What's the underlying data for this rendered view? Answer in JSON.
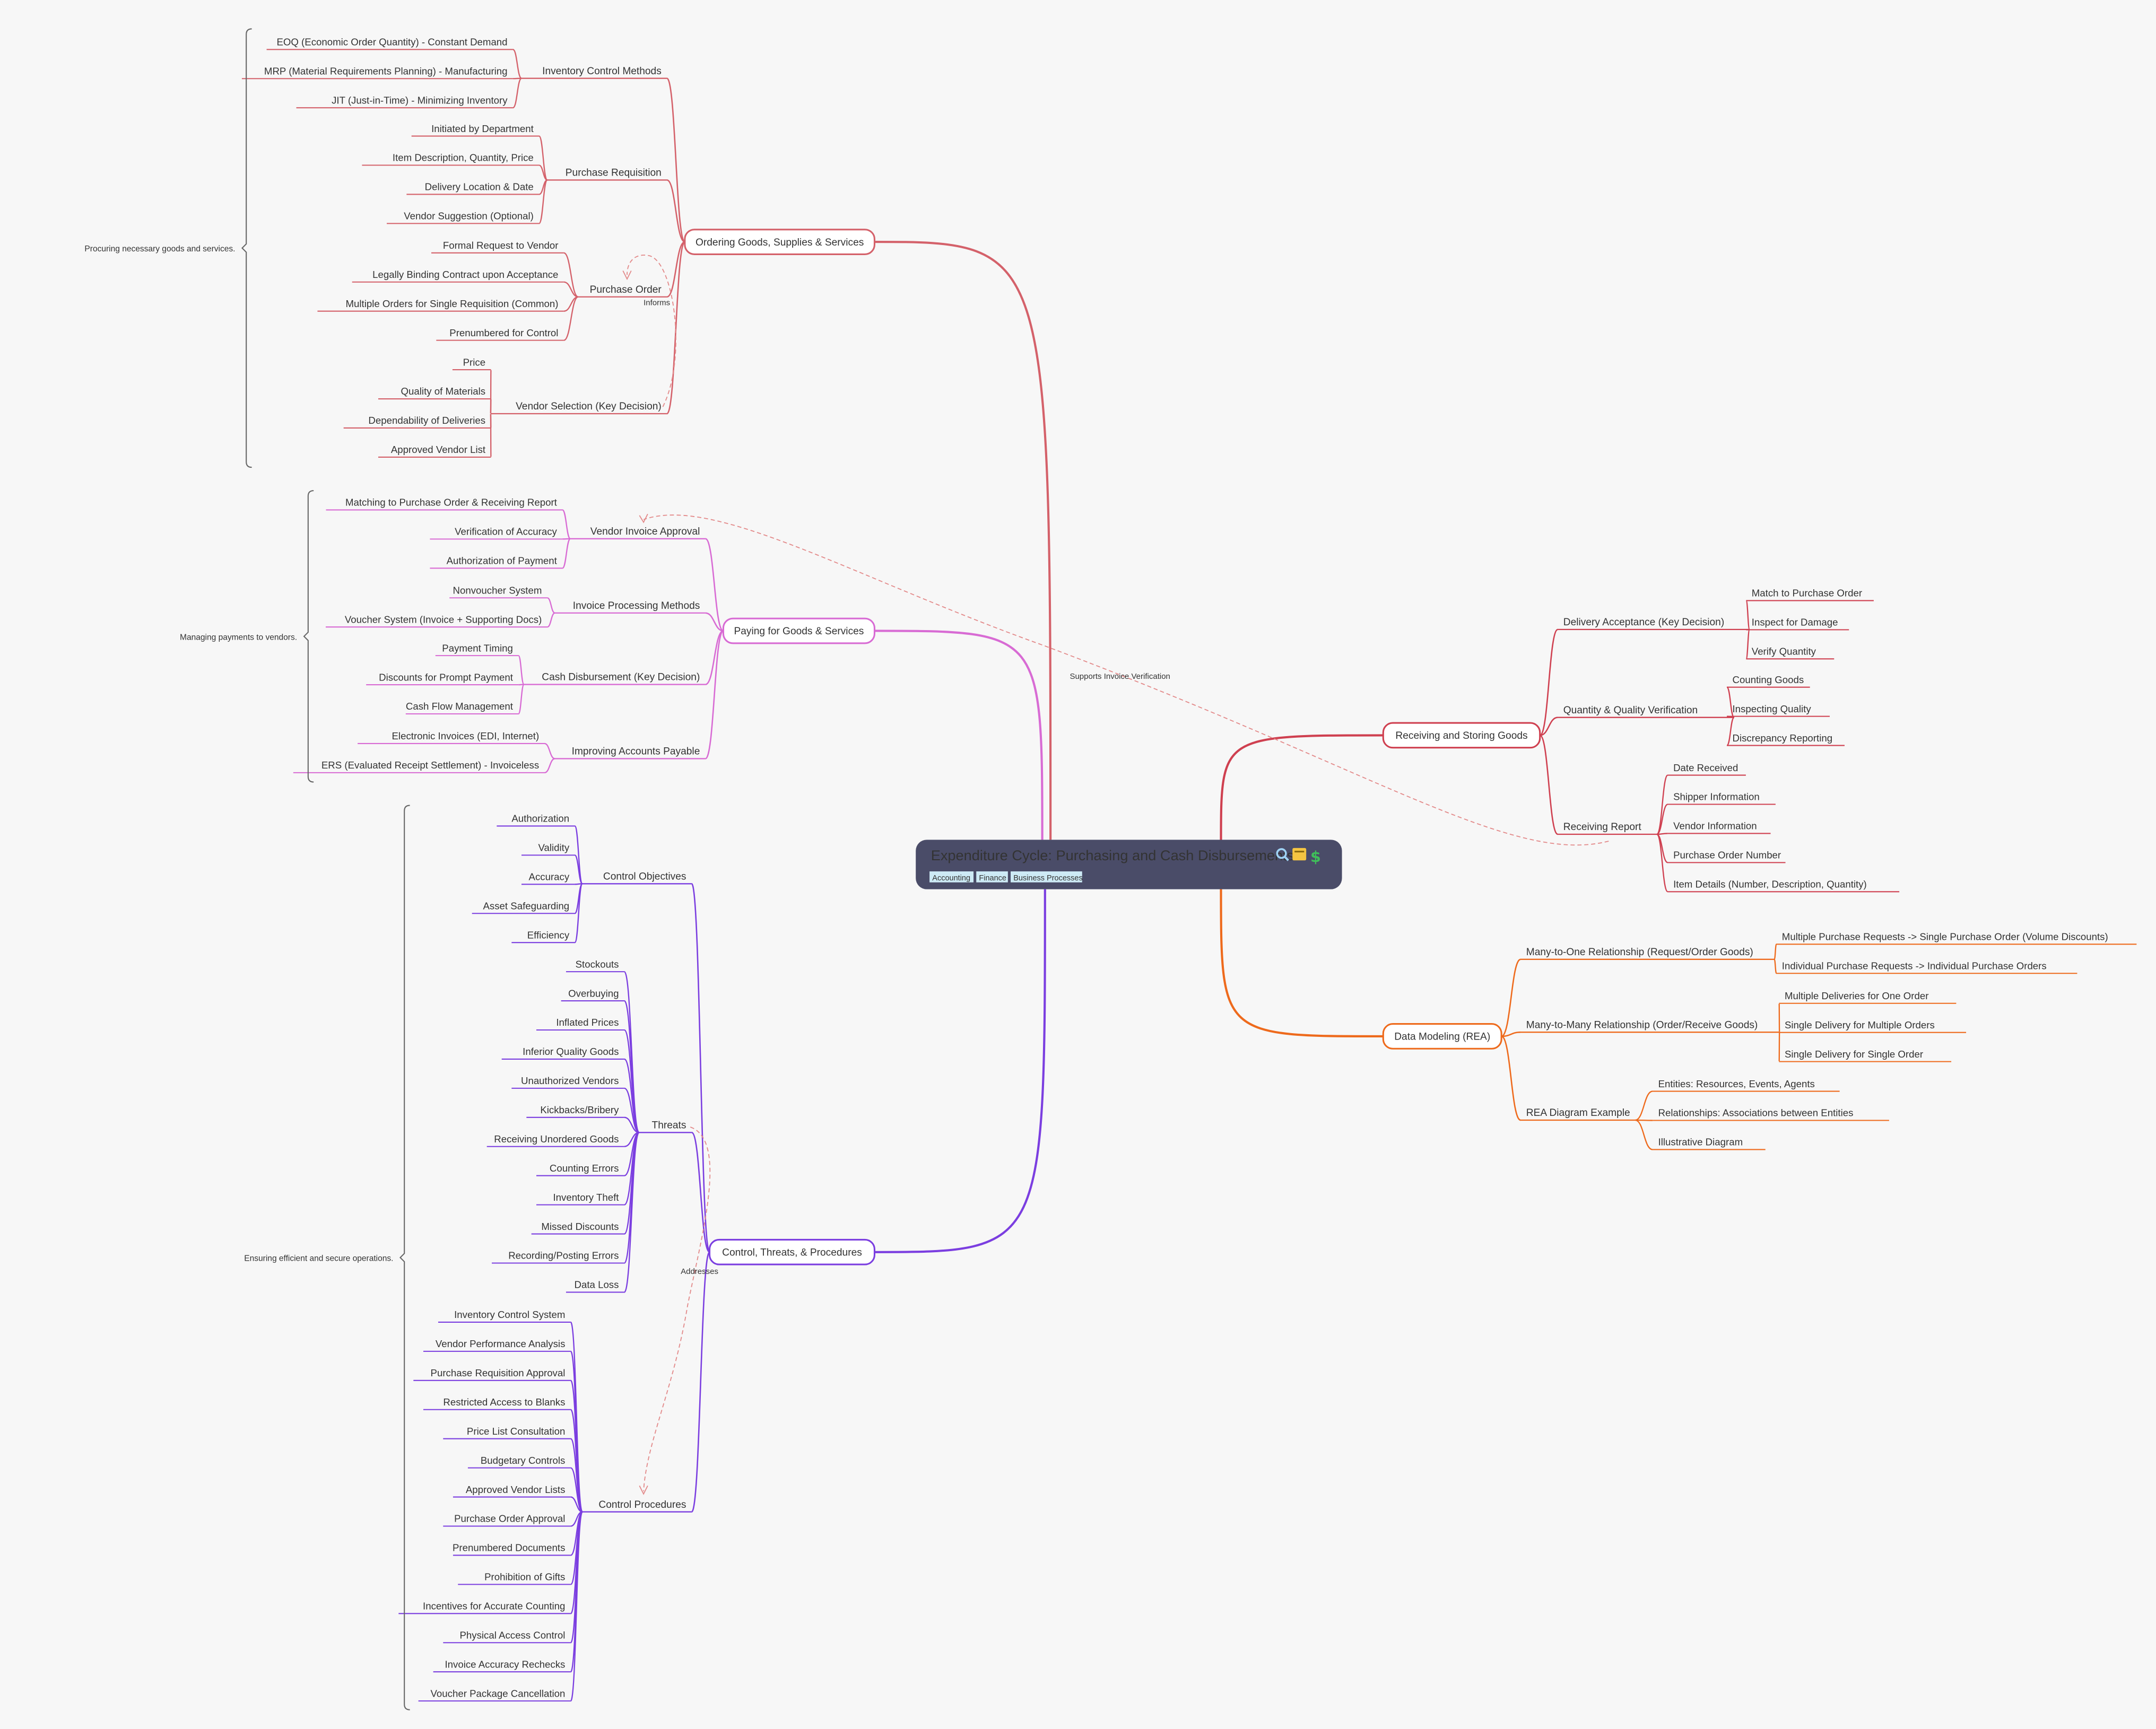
{
  "root": {
    "title": "Expenditure Cycle: Purchasing and Cash Disbursements",
    "icons": [
      "magnifier-icon",
      "card-index-icon",
      "dollar-icon"
    ],
    "tags": [
      "Accounting",
      "Finance",
      "Business Processes"
    ]
  },
  "colors": {
    "ordering": "#d4616a",
    "paying": "#d86bd4",
    "control": "#7b3ee0",
    "receiving": "#cf4050",
    "rea": "#ee6a1c",
    "root_bg": "#4a4c68",
    "tag_bg": "#cdeaf5"
  },
  "branches": {
    "ordering": {
      "label": "Ordering Goods, Supplies & Services",
      "summary": "Procuring necessary goods and services.",
      "groups": [
        {
          "label": "Inventory Control Methods",
          "items": [
            "EOQ (Economic Order Quantity) - Constant Demand",
            "MRP (Material Requirements Planning) - Manufacturing",
            "JIT (Just-in-Time) - Minimizing Inventory"
          ]
        },
        {
          "label": "Purchase Requisition",
          "items": [
            "Initiated by Department",
            "Item Description, Quantity, Price",
            "Delivery Location & Date",
            "Vendor Suggestion (Optional)"
          ]
        },
        {
          "label": "Purchase Order",
          "items": [
            "Formal Request to Vendor",
            "Legally Binding Contract upon Acceptance",
            "Multiple Orders for Single Requisition (Common)",
            "Prenumbered for Control"
          ]
        },
        {
          "label": "Vendor Selection (Key Decision)",
          "items": [
            "Price",
            "Quality of Materials",
            "Dependability of Deliveries",
            "Approved Vendor List"
          ]
        }
      ]
    },
    "paying": {
      "label": "Paying for Goods & Services",
      "summary": "Managing payments to vendors.",
      "groups": [
        {
          "label": "Vendor Invoice Approval",
          "items": [
            "Matching to Purchase Order & Receiving Report",
            "Verification of Accuracy",
            "Authorization of Payment"
          ]
        },
        {
          "label": "Invoice Processing Methods",
          "items": [
            "Nonvoucher System",
            "Voucher System (Invoice + Supporting Docs)"
          ]
        },
        {
          "label": "Cash Disbursement (Key Decision)",
          "items": [
            "Payment Timing",
            "Discounts for Prompt Payment",
            "Cash Flow Management"
          ]
        },
        {
          "label": "Improving Accounts Payable",
          "items": [
            "Electronic Invoices (EDI, Internet)",
            "ERS (Evaluated Receipt Settlement) - Invoiceless"
          ]
        }
      ]
    },
    "control": {
      "label": "Control, Threats, & Procedures",
      "summary": "Ensuring efficient and secure operations.",
      "groups": [
        {
          "label": "Control Objectives",
          "items": [
            "Authorization",
            "Validity",
            "Accuracy",
            "Asset Safeguarding",
            "Efficiency"
          ]
        },
        {
          "label": "Threats",
          "items": [
            "Stockouts",
            "Overbuying",
            "Inflated Prices",
            "Inferior Quality Goods",
            "Unauthorized Vendors",
            "Kickbacks/Bribery",
            "Receiving Unordered Goods",
            "Counting Errors",
            "Inventory Theft",
            "Missed Discounts",
            "Recording/Posting Errors",
            "Data Loss"
          ]
        },
        {
          "label": "Control Procedures",
          "items": [
            "Inventory Control System",
            "Vendor Performance Analysis",
            "Purchase Requisition Approval",
            "Restricted Access to Blanks",
            "Price List Consultation",
            "Budgetary Controls",
            "Approved Vendor Lists",
            "Purchase Order Approval",
            "Prenumbered Documents",
            "Prohibition of Gifts",
            "Incentives for Accurate Counting",
            "Physical Access Control",
            "Invoice Accuracy Rechecks",
            "Voucher Package Cancellation"
          ]
        }
      ]
    },
    "receiving": {
      "label": "Receiving and Storing Goods",
      "groups": [
        {
          "label": "Delivery Acceptance (Key Decision)",
          "items": [
            "Match to Purchase Order",
            "Inspect for Damage",
            "Verify Quantity"
          ]
        },
        {
          "label": "Quantity & Quality Verification",
          "items": [
            "Counting Goods",
            "Inspecting Quality",
            "Discrepancy Reporting"
          ]
        },
        {
          "label": "Receiving Report",
          "items": [
            "Date Received",
            "Shipper Information",
            "Vendor Information",
            "Purchase Order Number",
            "Item Details (Number, Description, Quantity)"
          ]
        }
      ]
    },
    "rea": {
      "label": "Data Modeling (REA)",
      "groups": [
        {
          "label": "Many-to-One Relationship (Request/Order Goods)",
          "items": [
            "Multiple Purchase Requests -> Single Purchase Order (Volume Discounts)",
            "Individual Purchase Requests -> Individual Purchase Orders"
          ]
        },
        {
          "label": "Many-to-Many Relationship (Order/Receive Goods)",
          "items": [
            "Multiple Deliveries for One Order",
            "Single Delivery for Multiple Orders",
            "Single Delivery for Single Order"
          ]
        },
        {
          "label": "REA Diagram Example",
          "items": [
            "Entities: Resources, Events, Agents",
            "Relationships:  Associations between Entities",
            "Illustrative Diagram"
          ]
        }
      ]
    }
  },
  "relations": [
    {
      "label": "Informs"
    },
    {
      "label": "Supports Invoice Verification"
    },
    {
      "label": "Addresses"
    }
  ]
}
